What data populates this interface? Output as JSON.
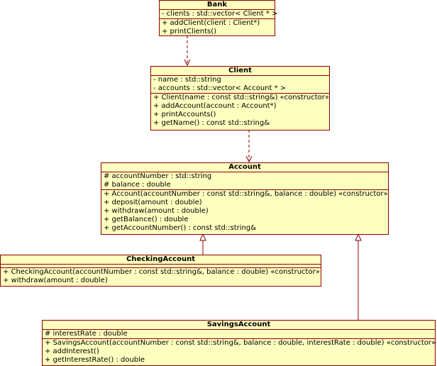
{
  "colors": {
    "fill": "#ffffc0",
    "stroke": "#8b0000"
  },
  "classes": [
    {
      "id": "bank",
      "name": "Bank",
      "attributes": [
        "- clients : std::vector< Client * >"
      ],
      "operations": [
        "+ addClient(client : Client*)",
        "+ printClients()"
      ]
    },
    {
      "id": "client",
      "name": "Client",
      "attributes": [
        "- name : std::string",
        "- accounts : std::vector< Account * >"
      ],
      "operations": [
        "+ Client(name : const std::string&) «constructor»",
        "+ addAccount(account : Account*)",
        "+ printAccounts()",
        "+ getName() : const std::string&"
      ]
    },
    {
      "id": "account",
      "name": "Account",
      "attributes": [
        "# accountNumber : std::string",
        "# balance : double"
      ],
      "operations": [
        "+ Account(accountNumber : const std::string&, balance : double) «constructor»",
        "+ deposit(amount : double)",
        "+ withdraw(amount : double)",
        "+ getBalance() : double",
        "+ getAccountNumber() : const std::string&"
      ]
    },
    {
      "id": "checking",
      "name": "CheckingAccount",
      "attributes": [],
      "operations": [
        "+ CheckingAccount(accountNumber : const std::string&, balance : double) «constructor»",
        "+ withdraw(amount : double)"
      ]
    },
    {
      "id": "savings",
      "name": "SavingsAccount",
      "attributes": [
        "# interestRate : double"
      ],
      "operations": [
        "+ SavingsAccount(accountNumber : const std::string&, balance : double, interestRate : double) «constructor»",
        "+ addInterest()",
        "+ getInterestRate() : double"
      ]
    }
  ],
  "relations": [
    {
      "type": "dependency",
      "from": "bank",
      "to": "client"
    },
    {
      "type": "dependency",
      "from": "client",
      "to": "account"
    },
    {
      "type": "generalization",
      "from": "checking",
      "to": "account"
    },
    {
      "type": "generalization",
      "from": "savings",
      "to": "account"
    }
  ]
}
